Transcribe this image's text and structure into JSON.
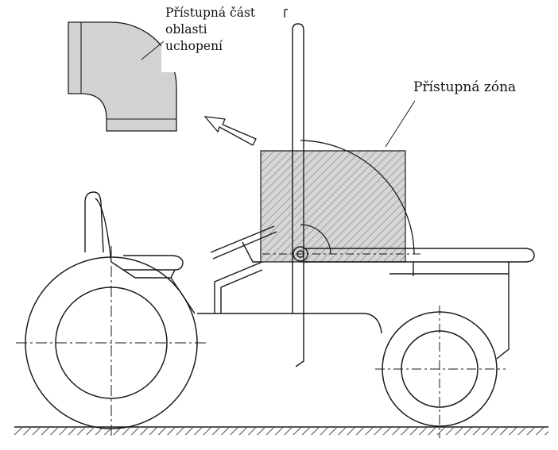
{
  "labels": {
    "accessible_part_line1": "Přístupná část",
    "accessible_part_line2": "oblasti",
    "accessible_part_line3": "uchopení",
    "accessible_zone": "Přístupná zóna"
  },
  "colors": {
    "line": "#1a1a1a",
    "hatch_fill": "#d6d6d6",
    "inset_fill": "#d2d2d2",
    "background": "#ffffff"
  },
  "icons": [
    "arrow-icon",
    "ground-hatch",
    "tractor-outline"
  ]
}
